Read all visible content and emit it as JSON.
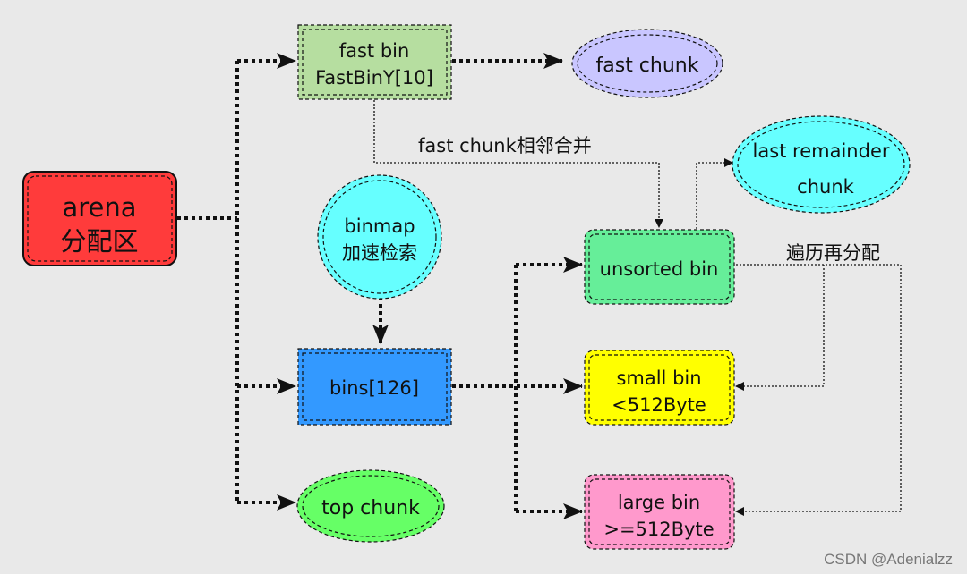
{
  "nodes": {
    "arena": {
      "line1": "arena",
      "line2": "分配区",
      "color": "#ff3b3b"
    },
    "fastbin": {
      "line1": "fast bin",
      "line2": "FastBinY[10]",
      "color": "#b6dea0"
    },
    "fastchunk": {
      "label": "fast chunk",
      "color": "#c9c6ff"
    },
    "binmap": {
      "line1": "binmap",
      "line2": "加速检索",
      "color": "#66ffff"
    },
    "bins": {
      "label": "bins[126]",
      "color": "#3399ff"
    },
    "topchunk": {
      "label": "top chunk",
      "color": "#66ff66"
    },
    "lastremainder": {
      "line1": "last remainder",
      "line2": "chunk",
      "color": "#66ffff"
    },
    "unsorted": {
      "label": "unsorted bin",
      "color": "#66ee99"
    },
    "smallbin": {
      "line1": "small bin",
      "line2": "<512Byte",
      "color": "#ffff00"
    },
    "largebin": {
      "line1": "large bin",
      "line2": ">=512Byte",
      "color": "#ff99cc"
    }
  },
  "edge_labels": {
    "merge": "fast chunk相邻合并",
    "redistribute": "遍历再分配"
  },
  "watermark": "CSDN @Adenialzz"
}
